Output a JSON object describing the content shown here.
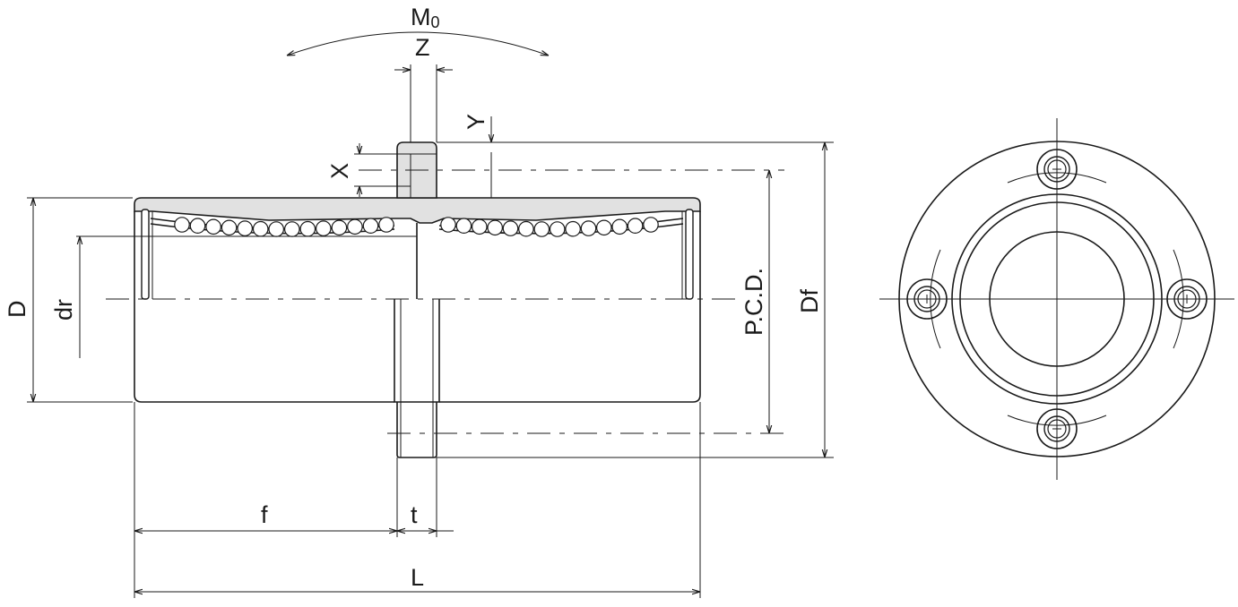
{
  "labels": {
    "moment": "M",
    "moment_sub": "0",
    "z": "Z",
    "y": "Y",
    "x": "X",
    "d": "D",
    "dr": "dr",
    "pcd": "P.C.D.",
    "df": "Df",
    "f": "f",
    "t": "t",
    "l": "L"
  },
  "colors": {
    "line": "#1a1a1a",
    "housing_fill": "#e1e1e1",
    "background": "#ffffff"
  }
}
